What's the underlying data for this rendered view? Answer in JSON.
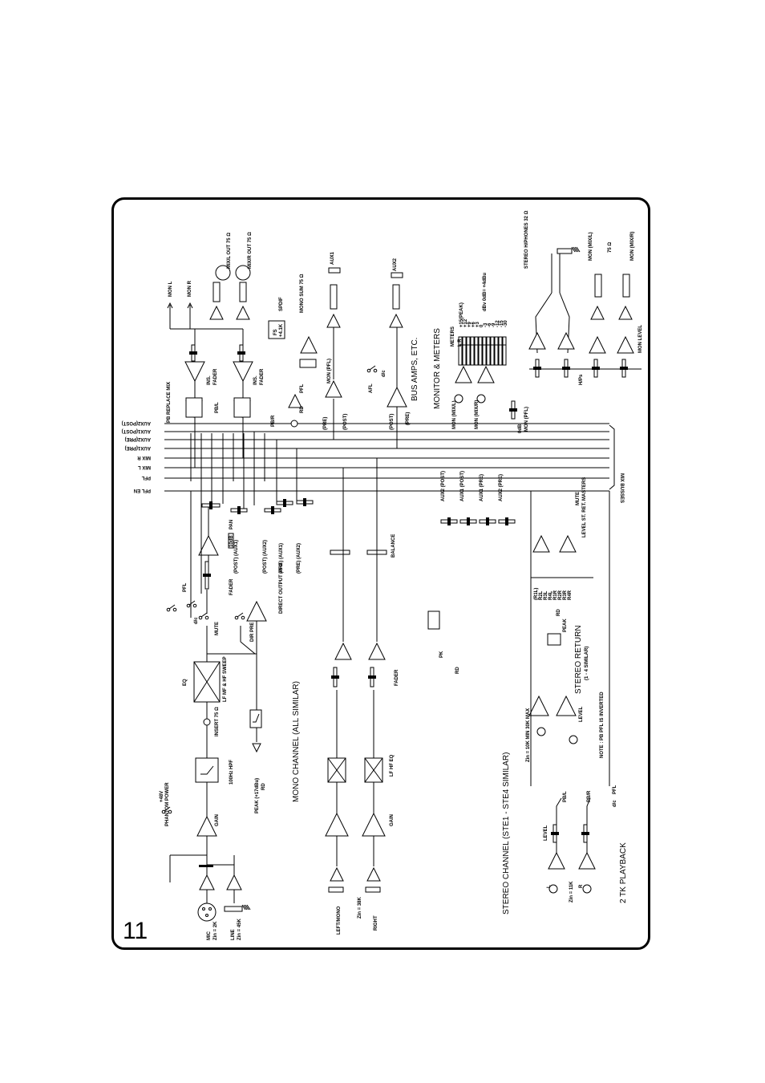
{
  "page": {
    "number": "11"
  },
  "sections": {
    "mono": "MONO CHANNEL (ALL SIMILAR)",
    "stereo": "STEREO CHANNEL (STE1 - STE4 SIMILAR)",
    "bus_amps": "BUS AMPS, ETC.",
    "monitor_meters": "MONITOR & METERS",
    "stereo_return": "STEREO RETURN",
    "stereo_return_sub": "(1 - 4 SIMILAR)",
    "playback": "2 TK PLAYBACK",
    "note": "NOTE : PB PFL IS INVERTED"
  },
  "busses": {
    "names": [
      "PFL EN",
      "PFL",
      "MIX L",
      "MIX R",
      "AUX1(PRE)",
      "AUX2(PRE)",
      "AUX1(POST)",
      "AUX2(POST)"
    ],
    "label": "MIX BUSSES"
  },
  "mono": {
    "mic": "MIC",
    "mic_z": "Zin = 2K",
    "line": "LINE",
    "line_z": "Zin = 45K",
    "phantom": "PHANTOM POWER",
    "phantom_v": "+48V",
    "gain": "GAIN",
    "hpf": "100Hz HPF",
    "peak": "PEAK (+17dBu)",
    "rd": "RD",
    "insert": "INSERT 75 Ω",
    "eq": "EQ",
    "eq_bands": "LF MF & HF SWEEP",
    "mute": "MUTE",
    "pfl": "PFL",
    "dc": "d/c",
    "dir_pre": "DIR PRE",
    "direct_out": "DIRECT OUTPUT 75 Ω",
    "fader": "FADER",
    "db10": "10dB",
    "pan": "PAN",
    "sends": [
      "(POST) (AUX1)",
      "(POST) (AUX2)",
      "(PRE) (AUX1)",
      "(PRE) (AUX2)"
    ]
  },
  "bus_amps": {
    "mon_l": "MON L",
    "mon_r": "MON R",
    "mix_l_out": "MIX/L OUT 75 Ω",
    "mix_r_out": "MIX/R OUT 75 Ω",
    "pb_replace": "PB REPLACE MIX",
    "pbl": "PB/L",
    "pbr": "PB/R",
    "ins": "INS.",
    "fader": "FADER",
    "spdif": "SPDIF",
    "fs": "FS",
    "fs_val": "+4.1K",
    "mono_sum": "MONO SUM 75 Ω",
    "mon_pfl": "MON (PFL)",
    "pfl": "PFL",
    "rd": "RD",
    "aux1": "AUX1",
    "aux2": "AUX2",
    "afl": "AFL",
    "pre": "(PRE)",
    "post": "(POST)",
    "dc": "d/c"
  },
  "meters": {
    "title": "METERS",
    "lr": "L  R",
    "scale": [
      "+15(PEAK)",
      "+12",
      "+9",
      "+6",
      "+3",
      "0",
      "-3",
      "-6",
      "-9",
      "-12",
      "-15",
      "-30"
    ],
    "ref": "dBv 0dB= +4dBu",
    "mon_mixl": "MON (MIX/L)",
    "mon_mixr": "MON (MIX/R)",
    "mon_pfl": "MON (PFL)",
    "db0": "0dB"
  },
  "headphones": {
    "stereo_hp": "STEREO H/PHONES 32 Ω",
    "hp_level": "H/Ps",
    "mon_level": "MON LEVEL",
    "mon_mixl": "MON (MIX/L)",
    "mon_mixr": "MON (MIX/R)",
    "ohm": "75 Ω"
  },
  "stereo": {
    "left": "LEFT/MONO",
    "right": "RIGHT",
    "z": "Zin = 38K",
    "gain": "GAIN",
    "eq": "LF HF EQ",
    "fader": "FADER",
    "balance": "BALANCE",
    "pk": "PK",
    "rd": "RD",
    "sends": [
      "AUX2 (POST)",
      "AUX1 (POST)",
      "AUX1 (PRE)",
      "AUX2 (PRE)"
    ]
  },
  "stereo_return": {
    "z": "Zin = 10K MIN 30K MAX",
    "level": "LEVEL",
    "peak": "PEAK",
    "rd": "RD",
    "routes": [
      "(R1L)",
      "R2L",
      "R3L",
      "R4L",
      "R1R",
      "R2R",
      "R3R",
      "R4R"
    ],
    "level_masters": "LEVEL ST. RET. MASTERS",
    "mute": "MUTE"
  },
  "playback": {
    "l": "L",
    "r": "R",
    "z": "Zin = 11K",
    "level": "LEVEL",
    "pbl": "PB/L",
    "pbr": "PB/R",
    "pfl": "PFL",
    "dc": "d/c"
  }
}
